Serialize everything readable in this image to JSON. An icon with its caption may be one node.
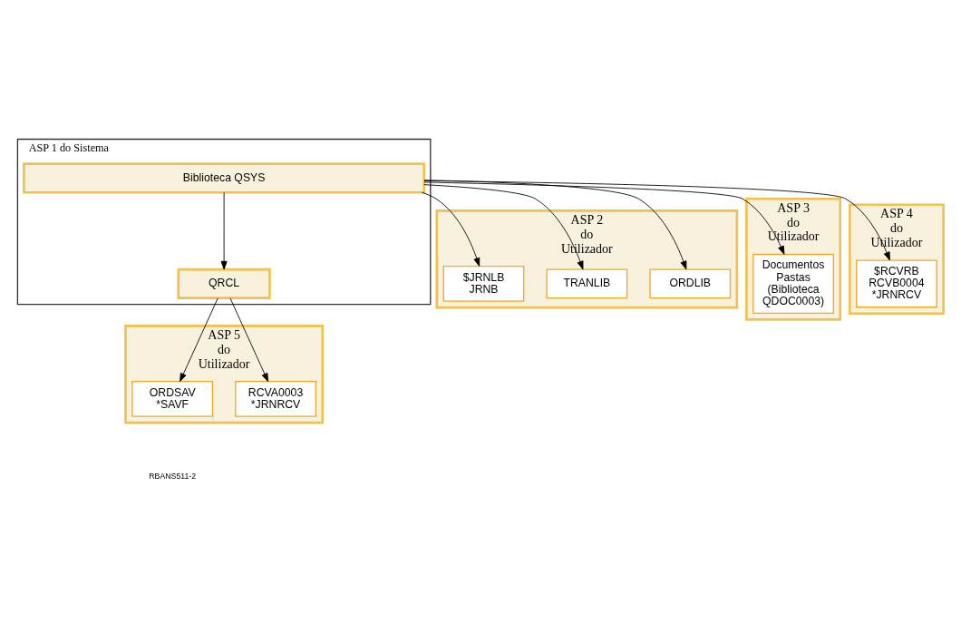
{
  "diagram": {
    "nodes": [
      {
        "text": [
          "ASP 1 do Sistema"
        ]
      },
      {
        "text": [
          "Biblioteca QSYS"
        ],
        "in": 0
      },
      {
        "text": [
          "QRCL"
        ],
        "in": 0
      },
      {
        "text": [
          "ASP 2 do Utilizador"
        ]
      },
      {
        "text": [
          "ORDLIB"
        ],
        "in": 3
      },
      {
        "text": [
          "TRANLIB"
        ],
        "in": 3
      },
      {
        "text": [
          "$JRNLB JRNB"
        ],
        "in": 3
      },
      {
        "text": [
          "ASP 3 do Utilizador"
        ]
      },
      {
        "text": [
          "Documentos Pastas (Biblioteca QDOC0003)"
        ],
        "in": 7
      },
      {
        "text": [
          "ASP 4 do Utilizador"
        ]
      },
      {
        "text": [
          "$RCVRB RCVB0004 *JRNRCV"
        ],
        "in": 9
      },
      {
        "text": [
          "ASP 5 do Utilizador"
        ]
      },
      {
        "text": [
          "RCVA0003 *JRNRCV"
        ],
        "in": 11
      },
      {
        "text": [
          "ORDSAV *SAVF"
        ],
        "in": 11
      }
    ],
    "edges": [
      {
        "from": 1,
        "to": 2,
        "arrow": "to"
      },
      {
        "from": 1,
        "to": 4,
        "arrow": "to"
      },
      {
        "from": 1,
        "to": 5,
        "arrow": "to"
      },
      {
        "from": 1,
        "to": 6,
        "arrow": "to"
      },
      {
        "from": 1,
        "to": 8,
        "arrow": "to"
      },
      {
        "from": 1,
        "to": 10,
        "arrow": "to"
      },
      {
        "from": 2,
        "to": 12,
        "arrow": "to"
      },
      {
        "from": 2,
        "to": 13,
        "arrow": "to"
      }
    ],
    "labels": [
      "RBANS511-2"
    ]
  }
}
